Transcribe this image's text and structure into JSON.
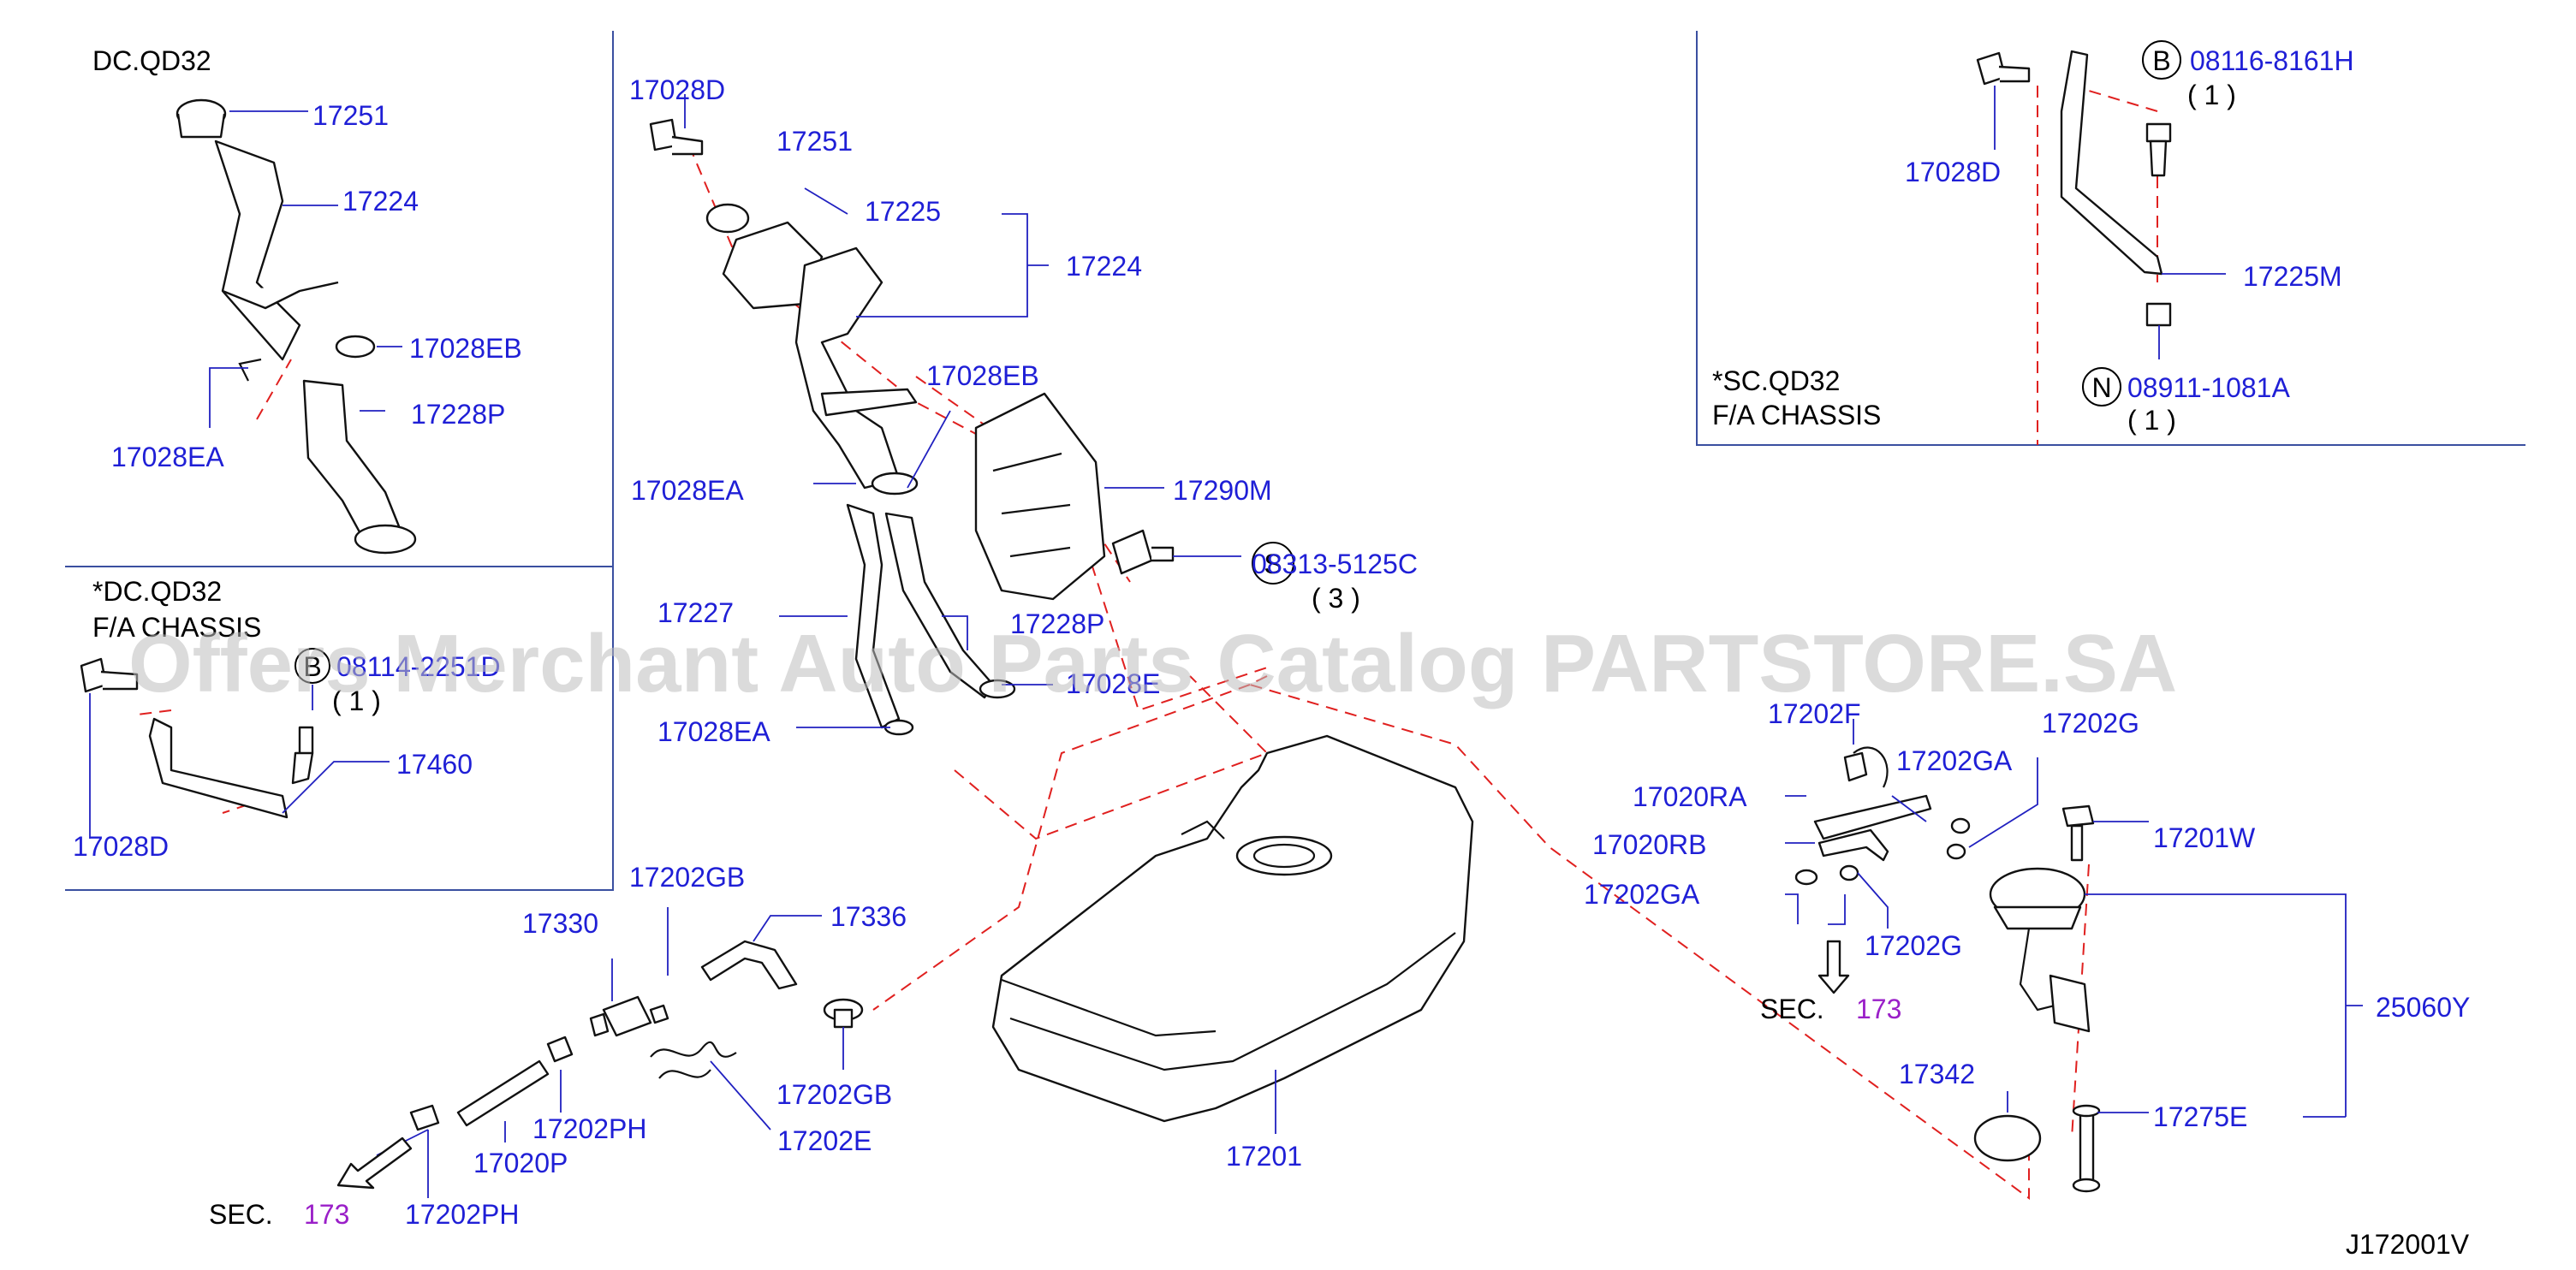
{
  "diagram_code": "J172001V",
  "watermark": "Offers Merchant Auto Parts Catalog PARTSTORE.SA",
  "panel_dc": {
    "title": "DC.QD32",
    "labels": [
      "17251",
      "17224",
      "17028EB",
      "17228P",
      "17028EA"
    ]
  },
  "panel_dc_chassis": {
    "title": "*DC.QD32",
    "subtitle": "F/A CHASSIS",
    "part_number": "08114-2251D",
    "qty": "( 1 )",
    "circle_letter": "B",
    "labels": [
      "17460",
      "17028D"
    ]
  },
  "panel_sc_chassis": {
    "title": "*SC.QD32",
    "subtitle": "F/A   CHASSIS",
    "bolt_letter": "B",
    "bolt_part": "08116-8161H",
    "bolt_qty": "( 1 )",
    "nut_letter": "N",
    "nut_part": "08911-1081A",
    "nut_qty": "( 1 )",
    "labels": [
      "17028D",
      "17225M"
    ]
  },
  "main": {
    "labels": {
      "l17028D": "17028D",
      "l17251": "17251",
      "l17225": "17225",
      "l17224": "17224",
      "l17028EB": "17028EB",
      "l17290M": "17290M",
      "l17028EA_a": "17028EA",
      "l17227": "17227",
      "l17228P": "17228P",
      "l17028E": "17028E",
      "l17028EA_b": "17028EA",
      "l17202GB_a": "17202GB",
      "l17336": "17336",
      "l17330": "17330",
      "l17202PH_a": "17202PH",
      "l17020P": "17020P",
      "l17202PH_b": "17202PH",
      "l17202GB_b": "17202GB",
      "l17202E": "17202E",
      "l17201": "17201",
      "l17202F": "17202F",
      "l17202G_a": "17202G",
      "l17020RA": "17020RA",
      "l17202GA_a": "17202GA",
      "l17020RB": "17020RB",
      "l17202GA_b": "17202GA",
      "l17202G_b": "17202G",
      "l17201W": "17201W",
      "l25060Y": "25060Y",
      "l17342": "17342",
      "l17275E": "17275E"
    },
    "screw_letter": "S",
    "screw_part": "08313-5125C",
    "screw_qty": "( 3 )",
    "sec_left": {
      "prefix": "SEC.",
      "number": "173"
    },
    "sec_right": {
      "prefix": "SEC.",
      "number": "173"
    }
  }
}
